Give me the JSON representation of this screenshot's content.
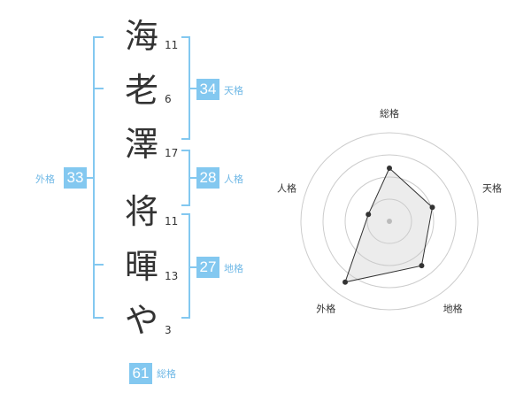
{
  "colors": {
    "accent": "#83c8f0",
    "label": "#6fb8e6",
    "text": "#333333"
  },
  "name_chars": [
    {
      "char": "海",
      "strokes": "11"
    },
    {
      "char": "老",
      "strokes": "6"
    },
    {
      "char": "澤",
      "strokes": "17"
    },
    {
      "char": "将",
      "strokes": "11"
    },
    {
      "char": "暉",
      "strokes": "13"
    },
    {
      "char": "や",
      "strokes": "3"
    }
  ],
  "kakusu": {
    "tenkaku": {
      "value": "34",
      "label": "天格"
    },
    "jinkaku": {
      "value": "28",
      "label": "人格"
    },
    "chikaku": {
      "value": "27",
      "label": "地格"
    },
    "gaikaku": {
      "value": "33",
      "label": "外格"
    },
    "soukaku": {
      "value": "61",
      "label": "総格"
    }
  },
  "chart_data": {
    "type": "radar",
    "axes": [
      "総格",
      "天格",
      "地格",
      "外格",
      "人格"
    ],
    "values": [
      0.6,
      0.51,
      0.62,
      0.85,
      0.25
    ],
    "rings": 4,
    "grid": true
  }
}
